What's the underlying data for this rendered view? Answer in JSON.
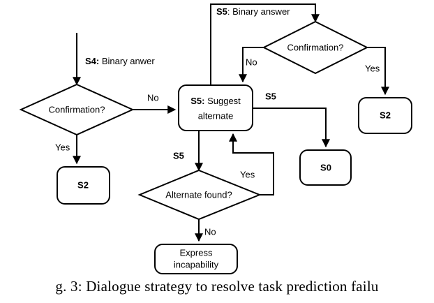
{
  "figure": {
    "caption": "g. 3: Dialogue strategy to resolve task prediction failu"
  },
  "diagram": {
    "type": "flowchart",
    "nodes": [
      {
        "id": "confirmation-left",
        "shape": "diamond",
        "label": "Confirmation?"
      },
      {
        "id": "suggest-alternate",
        "shape": "rounded-rect",
        "label_prefix": "S5:",
        "label_line1": "Suggest",
        "label_line2": "alternate"
      },
      {
        "id": "confirmation-top-right",
        "shape": "diamond",
        "label": "Confirmation?"
      },
      {
        "id": "alternate-found",
        "shape": "diamond",
        "label": "Alternate found?"
      },
      {
        "id": "s2-left",
        "shape": "rounded-rect",
        "label": "S2"
      },
      {
        "id": "s2-right",
        "shape": "rounded-rect",
        "label": "S2"
      },
      {
        "id": "s0",
        "shape": "rounded-rect",
        "label": "S0"
      },
      {
        "id": "express-incapability",
        "shape": "rounded-rect",
        "label_line1": "Express",
        "label_line2": "incapability"
      }
    ],
    "edge_labels": {
      "s4_binary_answer_bold": "S4:",
      "s4_binary_answer_rest": " Binary anwer",
      "s5_binary_answer_bold": "S5",
      "s5_binary_answer_rest": ": Binary answer",
      "left_no": "No",
      "left_yes": "Yes",
      "top_right_no": "No",
      "top_right_yes": "Yes",
      "s5_to_s0": "S5",
      "s5_to_alternate": "S5",
      "alternate_yes": "Yes",
      "alternate_no": "No"
    }
  }
}
